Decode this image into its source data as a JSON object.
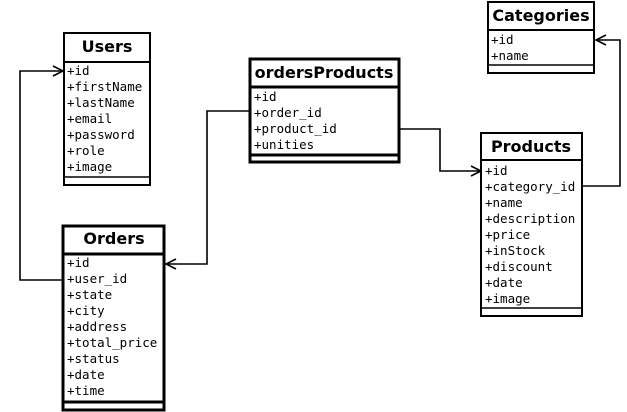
{
  "tables": {
    "users": {
      "title": "Users",
      "fields": [
        "+id",
        "+firstName",
        "+lastName",
        "+email",
        "+password",
        "+role",
        "+image"
      ]
    },
    "orders": {
      "title": "Orders",
      "fields": [
        "+id",
        "+user_id",
        "+state",
        "+city",
        "+address",
        "+total_price",
        "+status",
        "+date",
        "+time"
      ]
    },
    "orders_products": {
      "title": "ordersProducts",
      "fields": [
        "+id",
        "+order_id",
        "+product_id",
        "+unities"
      ]
    },
    "categories": {
      "title": "Categories",
      "fields": [
        "+id",
        "+name"
      ]
    },
    "products": {
      "title": "Products",
      "fields": [
        "+id",
        "+category_id",
        "+name",
        "+description",
        "+price",
        "+inStock",
        "+discount",
        "+date",
        "+image"
      ]
    }
  },
  "relations": [
    {
      "from": "orders.user_id",
      "to": "users.id"
    },
    {
      "from": "orders_products.order_id",
      "to": "orders.id"
    },
    {
      "from": "orders_products.product_id",
      "to": "products.id"
    },
    {
      "from": "products.category_id",
      "to": "categories.id"
    }
  ]
}
